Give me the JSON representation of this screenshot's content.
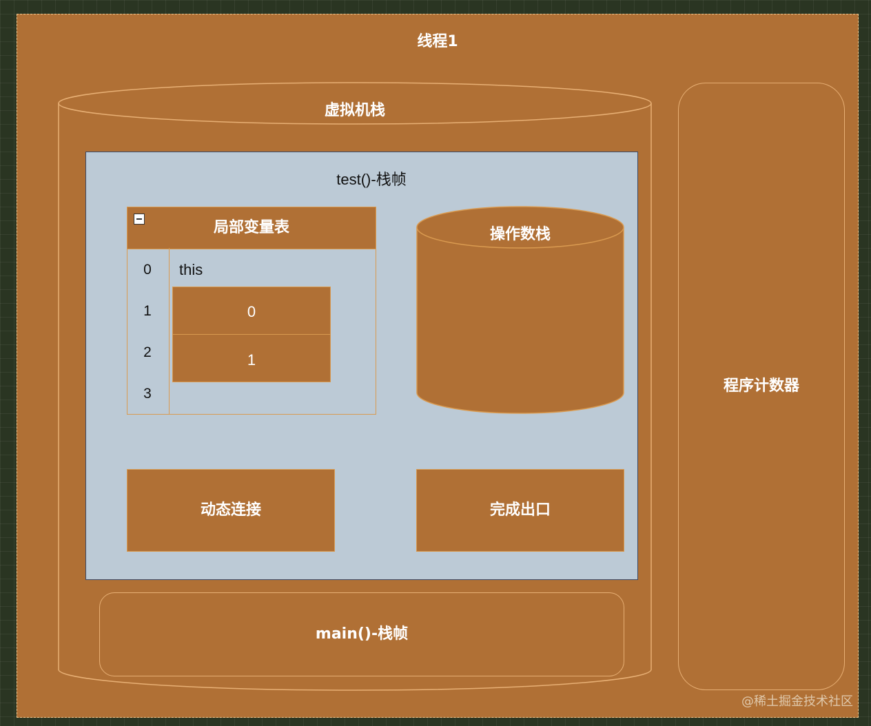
{
  "thread": {
    "title": "线程1"
  },
  "vm_stack": {
    "title": "虚拟机栈"
  },
  "program_counter": {
    "title": "程序计数器"
  },
  "test_frame": {
    "title": "test()-栈帧",
    "local_vars": {
      "title": "局部变量表",
      "indices": [
        "0",
        "1",
        "2",
        "3"
      ],
      "this_label": "this",
      "cells": [
        "0",
        "1"
      ]
    },
    "operand_stack": {
      "title": "操作数栈"
    },
    "dynamic_link": {
      "title": "动态连接"
    },
    "return_address": {
      "title": "完成出口"
    }
  },
  "main_frame": {
    "title": "main()-栈帧"
  },
  "watermark": "@稀土掘金技术社区",
  "colors": {
    "box": "#b07035",
    "frame": "#bccad6",
    "border": "#d99a50"
  }
}
